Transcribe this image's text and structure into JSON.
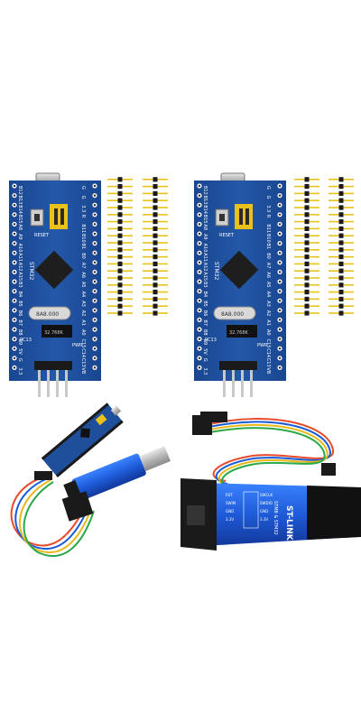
{
  "boards": [
    {
      "chip_label": "STM32",
      "crystal_label": "8A8.000",
      "rtc_crystal_label": "32.768K",
      "left_pin_labels": [
        "B12",
        "B13",
        "B14",
        "B15",
        "A8",
        "A9",
        "A10",
        "A11",
        "A12",
        "A15",
        "B3",
        "B4",
        "B5",
        "B6",
        "B7",
        "B8",
        "B9",
        "5V",
        "G",
        "3.3"
      ],
      "right_pin_labels": [
        "G",
        "G",
        "3.3",
        "R",
        "B11",
        "B10",
        "B1",
        "B0",
        "A7",
        "A6",
        "A5",
        "A4",
        "A3",
        "A2",
        "A1",
        "A0",
        "C15",
        "C14",
        "C13",
        "VB"
      ],
      "pc_label": "PC13",
      "pwr_label": "PWR",
      "reset_label": "RESET"
    },
    {
      "chip_label": "STM32",
      "crystal_label": "8A8.000",
      "rtc_crystal_label": "32.768K",
      "left_pin_labels": [
        "B12",
        "B13",
        "B14",
        "B15",
        "A8",
        "A9",
        "A10",
        "A11",
        "A12",
        "A15",
        "B3",
        "B4",
        "B5",
        "B6",
        "B7",
        "B8",
        "B9",
        "5V",
        "G",
        "3.3"
      ],
      "right_pin_labels": [
        "G",
        "G",
        "3.3",
        "R",
        "B11",
        "B10",
        "B1",
        "B0",
        "A7",
        "A6",
        "A5",
        "A4",
        "A3",
        "A2",
        "A1",
        "A0",
        "C15",
        "C14",
        "C13",
        "VB"
      ],
      "pc_label": "PC13",
      "pwr_label": "PWR",
      "reset_label": "RESET"
    }
  ],
  "stlink": {
    "title": "ST-LINK V2",
    "subtitle": "STM8 & STM32",
    "pin_labels_left": [
      "RST",
      "SWIM",
      "GND",
      "3.3V"
    ],
    "pin_labels_right": [
      "SWCLK",
      "SWDIO",
      "GND",
      "3.3V"
    ]
  },
  "colors": {
    "pcb_blue": "#1f4f9a",
    "header_yellow": "#e8c21a",
    "stlink_blue": "#1e5bd8",
    "connector_black": "#1a1a1a"
  }
}
